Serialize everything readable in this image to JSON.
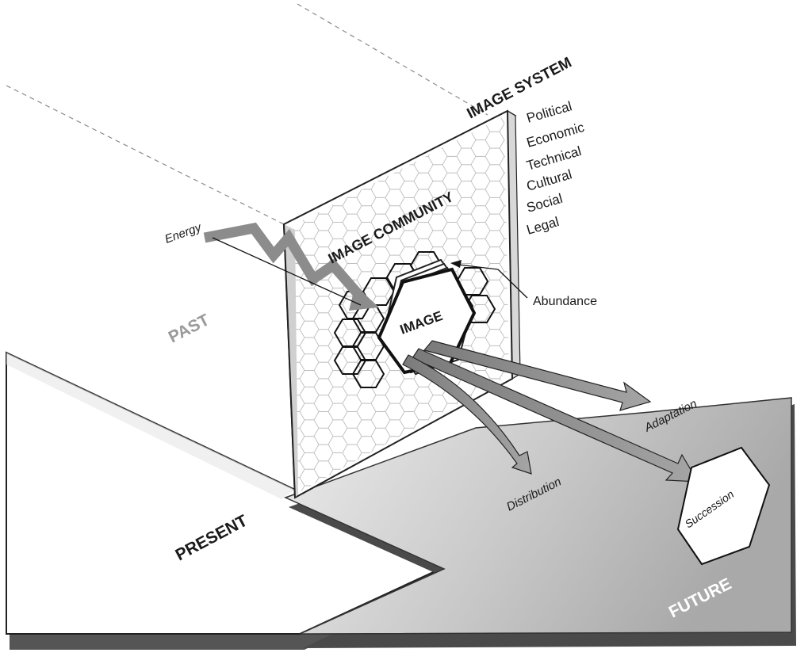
{
  "system": {
    "title": "IMAGE SYSTEM",
    "factors": [
      "Political",
      "Economic",
      "Technical",
      "Cultural",
      "Social",
      "Legal"
    ]
  },
  "community": {
    "title": "IMAGE COMMUNITY"
  },
  "image": {
    "label": "IMAGE"
  },
  "time": {
    "past": "PAST",
    "present": "PRESENT",
    "future": "FUTURE"
  },
  "flows": {
    "energy": "Energy",
    "abundance": "Abundance",
    "adaptation": "Adaptation",
    "distribution": "Distribution",
    "succession": "Succession"
  },
  "colors": {
    "ink": "#1a1a1a",
    "arrow_gray": "#8a8a8a",
    "future_gray": "#b9b9b9",
    "past_label": "#9a9a9a"
  }
}
